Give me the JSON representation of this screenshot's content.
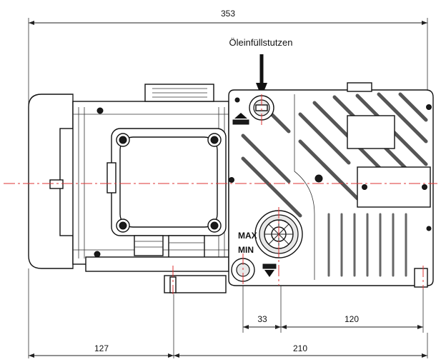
{
  "labels": {
    "oil_filler": "Öleinfüllstutzen",
    "max": "MAX",
    "min": "MIN"
  },
  "dimensions": {
    "overall_width": "353",
    "left_segment": "127",
    "right_segment": "210",
    "offset_a": "33",
    "offset_b": "120"
  },
  "colors": {
    "centerline": "#dd3333",
    "outline": "#111111"
  }
}
